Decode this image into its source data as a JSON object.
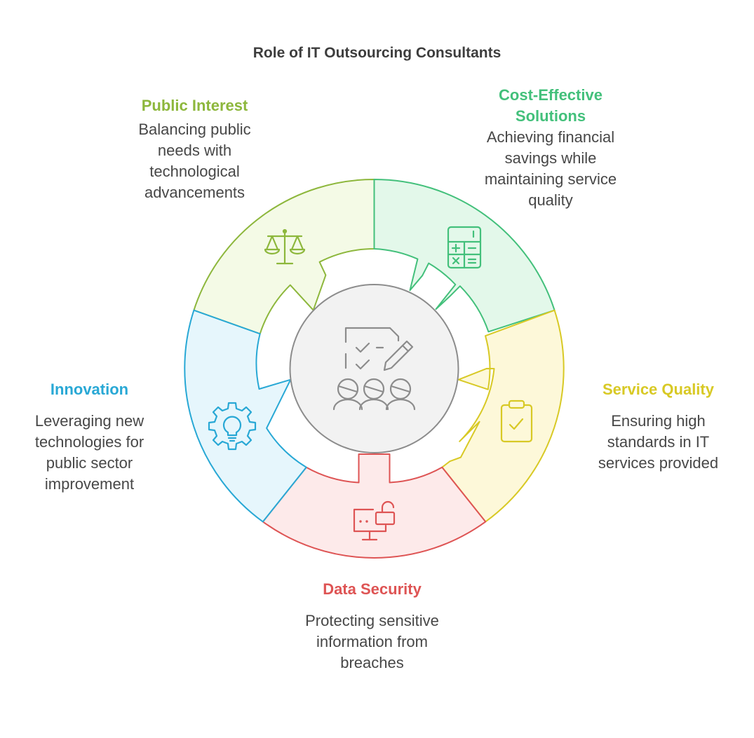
{
  "title": "Role of IT Outsourcing Consultants",
  "colors": {
    "public_interest": "#8db73c",
    "cost_effective": "#43c07b",
    "service_quality": "#d8c925",
    "data_security": "#de5454",
    "innovation": "#28a8d5",
    "center": "#8c8c8c"
  },
  "center_icon": "planning-team-icon",
  "segments": [
    {
      "key": "public_interest",
      "heading": "Public Interest",
      "description": "Balancing public needs with technological advancements",
      "icon": "scales-icon"
    },
    {
      "key": "cost_effective",
      "heading": "Cost-Effective Solutions",
      "description": "Achieving financial savings while maintaining service quality",
      "icon": "calculator-icon"
    },
    {
      "key": "service_quality",
      "heading": "Service Quality",
      "description": "Ensuring high standards in IT services provided",
      "icon": "clipboard-check-icon"
    },
    {
      "key": "data_security",
      "heading": "Data Security",
      "description": "Protecting sensitive information from breaches",
      "icon": "monitor-lock-icon"
    },
    {
      "key": "innovation",
      "heading": "Innovation",
      "description": "Leveraging new technologies for public sector improvement",
      "icon": "lightbulb-gear-icon"
    }
  ]
}
